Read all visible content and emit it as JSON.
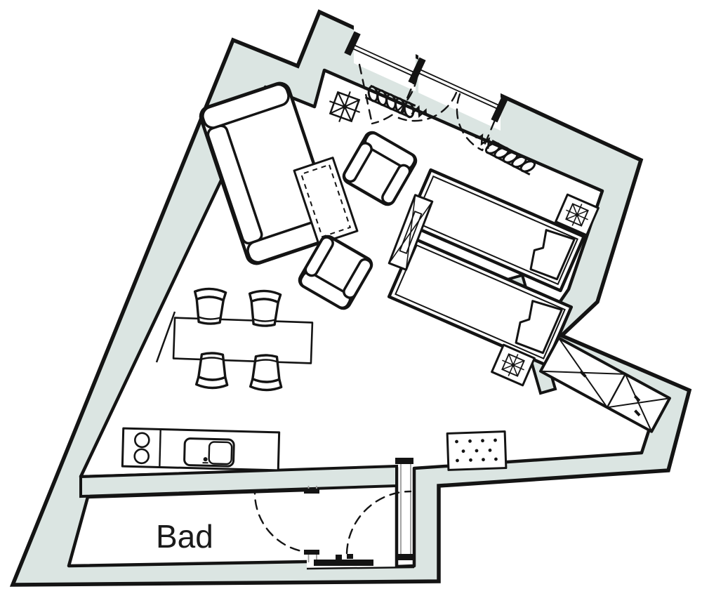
{
  "meta": {
    "drawing_type": "apartment-floor-plan",
    "language": "de"
  },
  "colors": {
    "wall_fill": "#dbe5e2",
    "floor": "#ffffff",
    "ink": "#1a1a1a",
    "frame_gray": "#9a9a9a"
  },
  "rooms": {
    "bathroom": {
      "label": "Bad"
    }
  },
  "furniture": {
    "sofa": "three-seat-sofa",
    "armchairs": [
      "armchair",
      "armchair"
    ],
    "coffee_table": "coffee-table",
    "dining_table": "dining-table",
    "dining_chairs": [
      "chair",
      "chair",
      "chair",
      "chair"
    ],
    "beds": [
      "single-bed-with-pillow",
      "single-bed-with-pillow"
    ],
    "nightstands": [
      "nightstand-with-lamp",
      "nightstand-with-lamp"
    ],
    "wardrobe": "wardrobe-with-cross-panels",
    "tv_board": "low-board",
    "kitchen": {
      "stove_burners": 2,
      "sink": "kitchen-sink",
      "counter": "kitchenette-counter"
    },
    "sideboard": "dotted-sideboard"
  },
  "symbols": {
    "ceiling_light": "ceiling-light-symbol",
    "radiators": [
      "radiator",
      "radiator"
    ],
    "windows": [
      "window-glazing",
      "french-door-glazing"
    ],
    "door_swings": [
      "window-leaf-swing",
      "window-leaf-swing",
      "window-leaf-swing",
      "bathroom-door-swing",
      "entry-door-swing"
    ],
    "entry_threshold": "entry-door-threshold"
  }
}
